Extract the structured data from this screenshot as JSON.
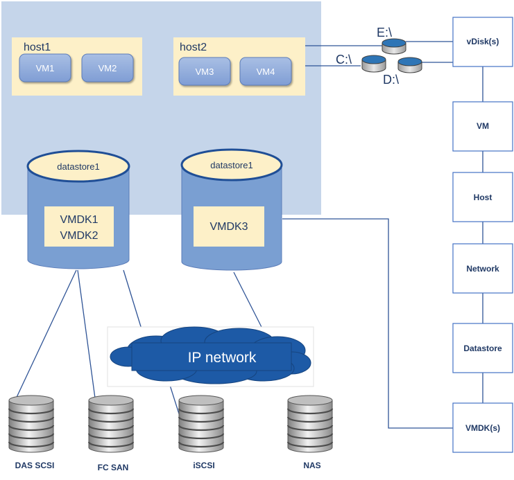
{
  "hosts": [
    {
      "label": "host1",
      "vms": [
        "VM1",
        "VM2"
      ]
    },
    {
      "label": "host2",
      "vms": [
        "VM3",
        "VM4"
      ]
    }
  ],
  "datastores": [
    {
      "label": "datastore1",
      "vmdks": [
        "VMDK1",
        "VMDK2"
      ]
    },
    {
      "label": "datastore1",
      "vmdks": [
        "VMDK3"
      ]
    }
  ],
  "drives": {
    "e": "E:\\",
    "c": "C:\\",
    "d": "D:\\"
  },
  "network": {
    "label": "IP network"
  },
  "storage": [
    "DAS SCSI",
    "FC SAN",
    "iSCSI",
    "NAS"
  ],
  "stack": [
    "vDisk(s)",
    "VM",
    "Host",
    "Network",
    "Datastore",
    "VMDK(s)"
  ],
  "colors": {
    "panel": "#c5d5ea",
    "host_box": "#fdf0c8",
    "vm_fill": "#8eaadb",
    "cylinder": "#7a9fd2",
    "cylinder_top": "#fdf0c8",
    "cloud": "#1d5aa6",
    "line": "#2f5496",
    "stack_border": "#4472c4"
  }
}
